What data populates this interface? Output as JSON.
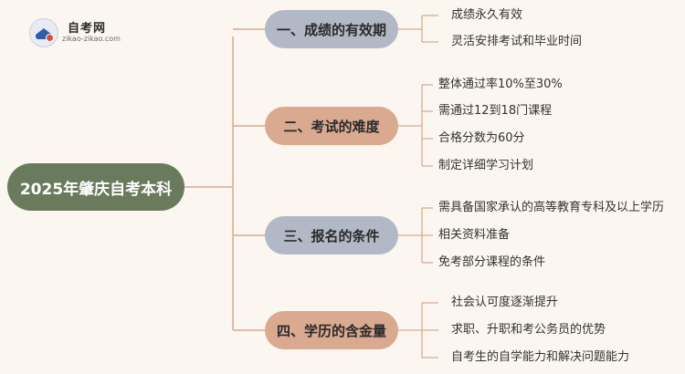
{
  "logo": {
    "title": "自考网",
    "subtitle": "zikao-zikao.com",
    "icon": "graduation-cap-icon"
  },
  "root": {
    "label": "2025年肇庆自考本科"
  },
  "branches": [
    {
      "label": "一、成绩的有效期",
      "color": "#b3b8c7",
      "items": [
        "成绩永久有效",
        "灵活安排考试和毕业时间"
      ]
    },
    {
      "label": "二、考试的难度",
      "color": "#d9a990",
      "items": [
        "整体通过率10%至30%",
        "需通过12到18门课程",
        "合格分数为60分",
        "制定详细学习计划"
      ]
    },
    {
      "label": "三、报名的条件",
      "color": "#b3b8c7",
      "items": [
        "需具备国家承认的高等教育专科及以上学历",
        "相关资料准备",
        "免考部分课程的条件"
      ]
    },
    {
      "label": "四、学历的含金量",
      "color": "#d9a990",
      "items": [
        "社会认可度逐渐提升",
        "求职、升职和考公务员的优势",
        "自考生的自学能力和解决问题能力"
      ]
    }
  ],
  "colors": {
    "background": "#fbf6ef",
    "root": "#6a7a5c",
    "connector": "#d9a990"
  }
}
